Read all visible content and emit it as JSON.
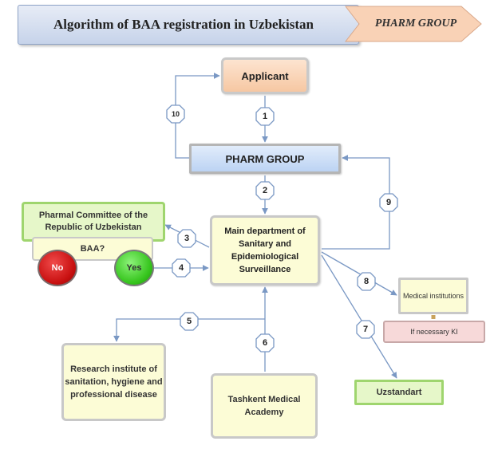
{
  "header": {
    "title": "Algorithm of BAA registration in Uzbekistan",
    "brand": "PHARM GROUP"
  },
  "nodes": {
    "applicant": "Applicant",
    "pharm_group": "PHARM GROUP",
    "main_department": "Main department of Sanitary and Epidemiological Surveillance",
    "pharmal_committee": "Pharmal Committee of the Republic of Uzbekistan",
    "baa_question": "BAA?",
    "no": "No",
    "yes": "Yes",
    "research_institute": "Research institute of sanitation, hygiene and professional disease",
    "tashkent_academy": "Tashkent Medical Academy",
    "medical_institutions": "Medical institutions",
    "if_necessary": "If necessary KI",
    "uzstandart": "Uzstandart"
  },
  "steps": {
    "s1": "1",
    "s2": "2",
    "s3": "3",
    "s4": "4",
    "s5": "5",
    "s6": "6",
    "s7": "7",
    "s8": "8",
    "s9": "9",
    "s10": "10"
  },
  "colors": {
    "connector": "#7a98c4",
    "applicant_fill": "#f6c7a2",
    "pharm_fill": "#bcd3f3",
    "node_fill": "#fcfcd6",
    "green_node": "#e6f7c9",
    "no_button": "#c81010",
    "yes_button": "#35c41c",
    "banner": "#c6d3ea",
    "brand_tag": "#f9d2b6"
  }
}
